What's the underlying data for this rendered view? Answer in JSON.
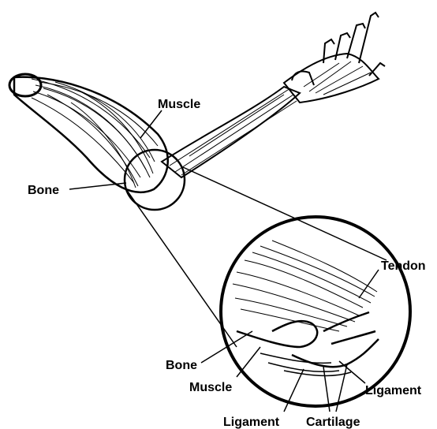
{
  "labels": {
    "muscle_top": "Muscle",
    "bone_left": "Bone",
    "tendon": "Tendon",
    "bone_detail": "Bone",
    "muscle_detail": "Muscle",
    "ligament_right": "Ligament",
    "ligament_bottom": "Ligament",
    "cartilage": "Cartilage"
  },
  "colors": {
    "ink": "#000000",
    "background": "#ffffff"
  }
}
